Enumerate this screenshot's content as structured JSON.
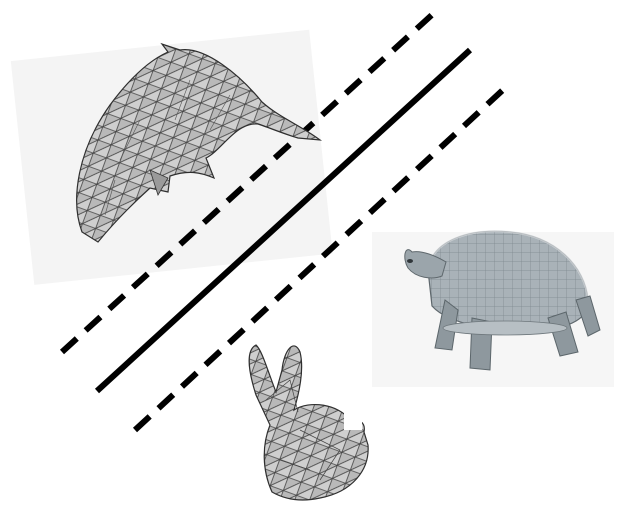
{
  "figure": {
    "background": "#ffffff",
    "line_color": "#000000",
    "mesh_fill": "#c9c9c9",
    "mesh_edge": "#3a3a3a",
    "separator_lines": [
      {
        "id": "upper-margin",
        "style": "dashed"
      },
      {
        "id": "decision-boundary",
        "style": "solid"
      },
      {
        "id": "lower-margin",
        "style": "dashed"
      }
    ],
    "objects": [
      {
        "id": "dolphin",
        "icon": "dolphin-mesh-icon"
      },
      {
        "id": "turtle",
        "icon": "turtle-mesh-icon"
      },
      {
        "id": "bunny",
        "icon": "bunny-mesh-icon"
      }
    ]
  }
}
